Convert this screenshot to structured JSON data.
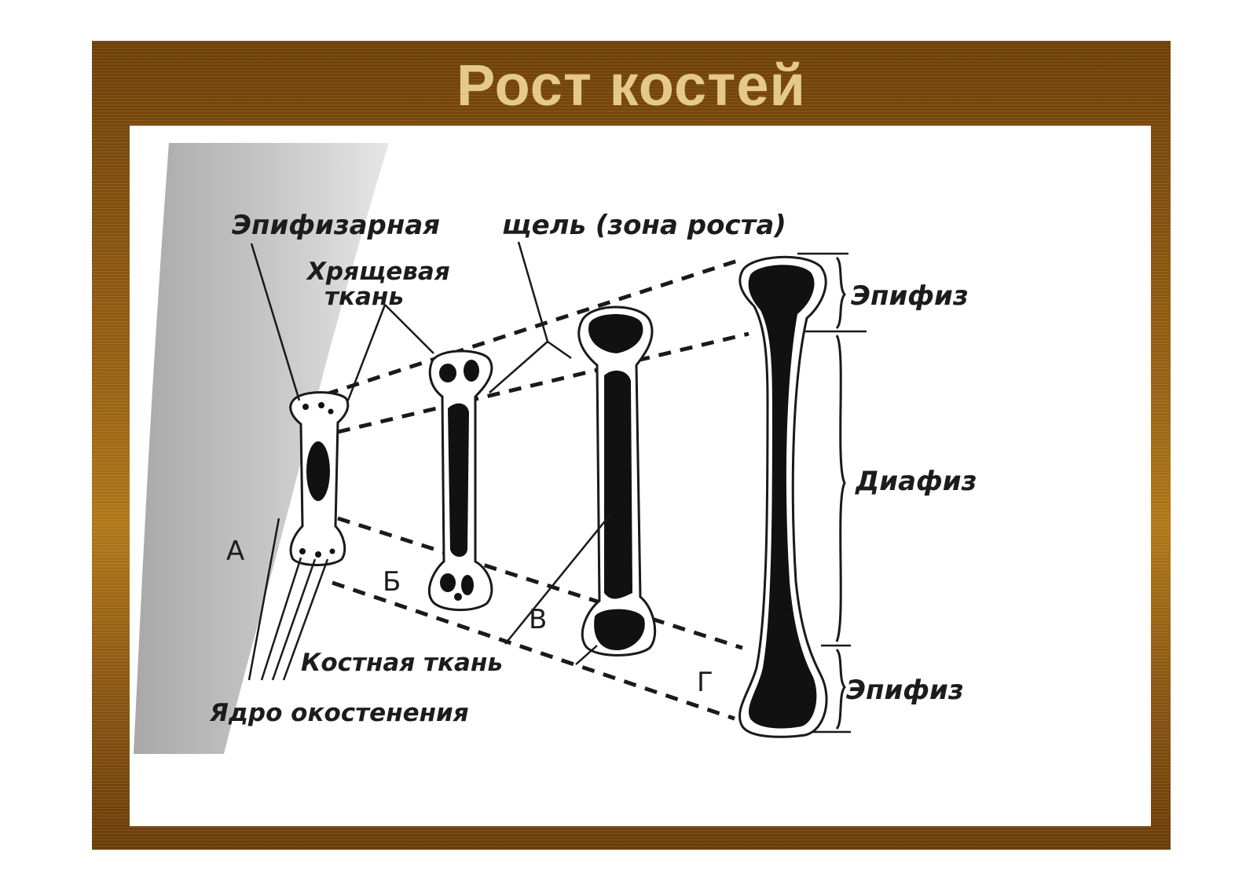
{
  "title": "Рост костей",
  "labels": {
    "epiphyseal": "Эпифизарная",
    "growth_zone": "щель (зона роста)",
    "cartilage_line1": "Хрящевая",
    "cartilage_line2": "ткань",
    "bone_tissue": "Костная ткань",
    "ossification_nucleus": "Ядро окостенения",
    "epiphysis_top": "Эпифиз",
    "diaphysis": "Диафиз",
    "epiphysis_bottom": "Эпифиз"
  },
  "stages": {
    "a": "А",
    "b": "Б",
    "v": "В",
    "g": "Г"
  },
  "colors": {
    "frame": "#7a4a0c",
    "title": "#e5c98b",
    "ink": "#1a1a1a"
  }
}
